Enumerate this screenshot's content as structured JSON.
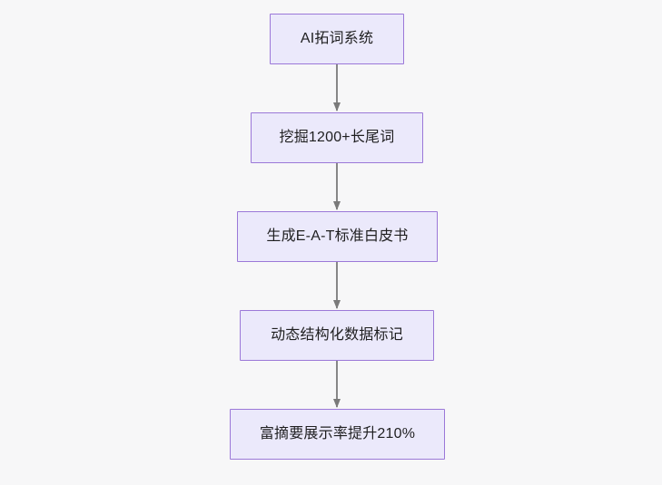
{
  "diagram": {
    "type": "flowchart",
    "direction": "top-to-bottom",
    "background_color": "#f7f7f8",
    "node_fill_color": "#ebe9fb",
    "node_border_color": "#9b78d8",
    "node_text_color": "#1f1f20",
    "edge_color": "#7a7a7a",
    "nodes": [
      {
        "id": "n1",
        "label": "AI拓词系统"
      },
      {
        "id": "n2",
        "label": "挖掘1200+长尾词"
      },
      {
        "id": "n3",
        "label": "生成E-A-T标准白皮书"
      },
      {
        "id": "n4",
        "label": "动态结构化数据标记"
      },
      {
        "id": "n5",
        "label": "富摘要展示率提升210%"
      }
    ],
    "edges": [
      {
        "from": "n1",
        "to": "n2",
        "arrow": "arrowhead-down-icon"
      },
      {
        "from": "n2",
        "to": "n3",
        "arrow": "arrowhead-down-icon"
      },
      {
        "from": "n3",
        "to": "n4",
        "arrow": "arrowhead-down-icon"
      },
      {
        "from": "n4",
        "to": "n5",
        "arrow": "arrowhead-down-icon"
      }
    ]
  }
}
